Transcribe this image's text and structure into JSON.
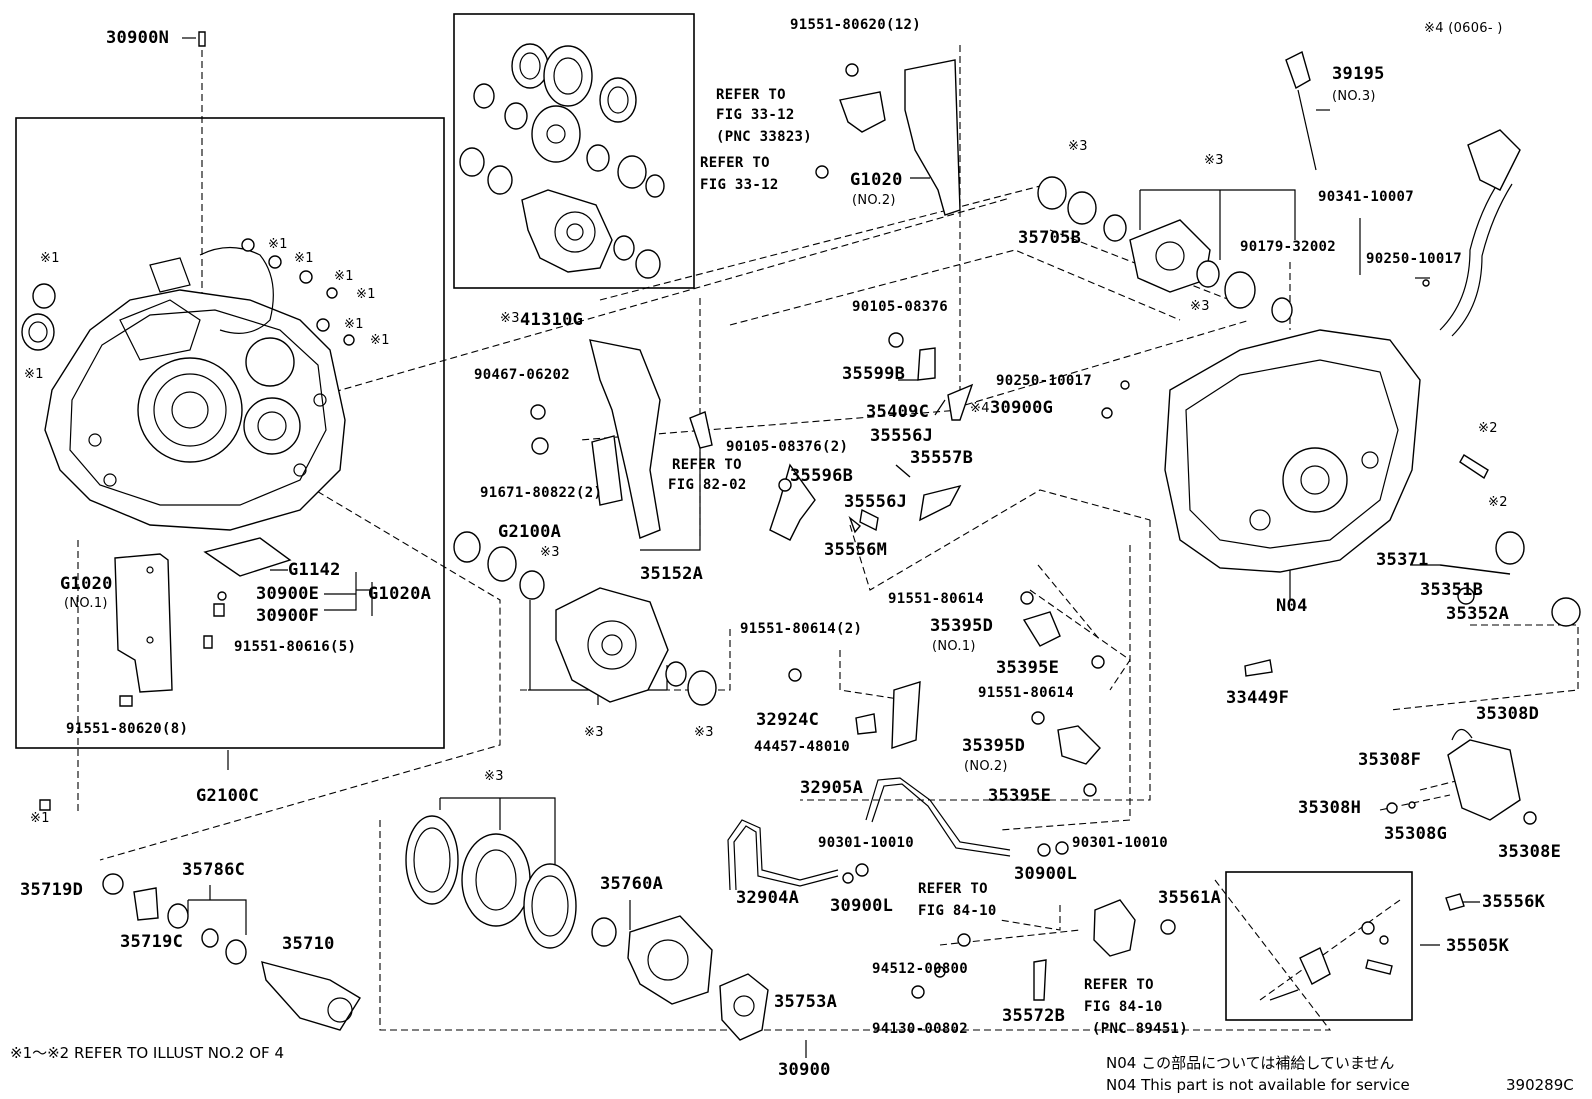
{
  "labels": [
    "30900N",
    "G2100C",
    "G1020",
    "(NO.1)",
    "G1142",
    "30900E",
    "G1020A",
    "30900F",
    "91551-80616(5)",
    "91551-80620(8)",
    "41310G",
    "REFER TO",
    "FIG 33-12",
    "(PNC 33823)",
    "REFER TO",
    "FIG 33-12",
    "91551-80620(12)",
    "G1020",
    "(NO.2)",
    "90467-06202",
    "91671-80822(2)",
    "REFER TO",
    "FIG 82-02",
    "35152A",
    "G2100A",
    "90105-08376",
    "35599B",
    "35409C",
    "90105-08376(2)",
    "35556J",
    "35557B",
    "35596B",
    "35556J",
    "35556M",
    "35705B",
    "90179-32002",
    "90341-10007",
    "39195",
    "(NO.3)",
    "90250-10017",
    "90250-10017",
    "30900G",
    "N04",
    "35371",
    "35351B",
    "35352A",
    "91551-80614",
    "35395D",
    "(NO.1)",
    "35395E",
    "91551-80614(2)",
    "32924C",
    "44457-48010",
    "33449F",
    "91551-80614",
    "35395D",
    "(NO.2)",
    "35395E",
    "32905A",
    "90301-10010",
    "90301-10010",
    "30900L",
    "32904A",
    "30900L",
    "35308D",
    "35308F",
    "35308H",
    "35308G",
    "35308E",
    "35719D",
    "35786C",
    "35719C",
    "35710",
    "35760A",
    "35753A",
    "REFER TO",
    "FIG 84-10",
    "94512-00800",
    "94130-00802",
    "35561A",
    "35572B",
    "REFER TO",
    "FIG 84-10",
    "(PNC 89451)",
    "35556K",
    "35505K",
    "30900"
  ],
  "notes": {
    "mark1": "※1",
    "mark2": "※2",
    "mark3": "※3",
    "mark4": "※4",
    "range": "※4 (0606-      )"
  },
  "footer": {
    "refer": "※1～※2 REFER TO ILLUST NO.2 OF 4",
    "n04_jp": "N04  この部品については補給していません",
    "n04_en": "N04  This part is not available for service",
    "code": "390289C"
  }
}
